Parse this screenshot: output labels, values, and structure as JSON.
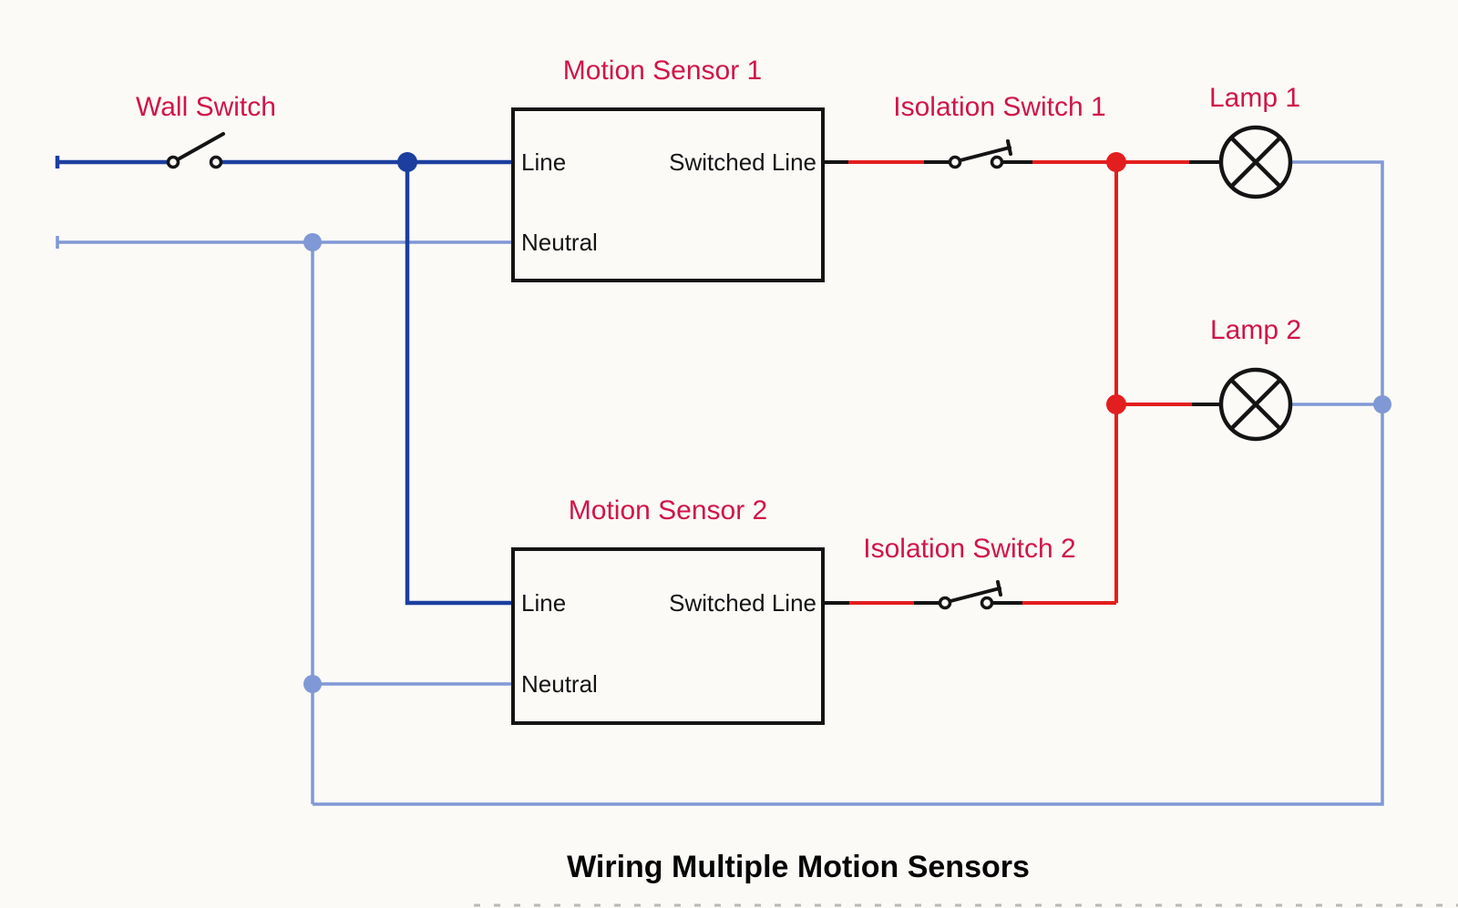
{
  "title": "Wiring Multiple Motion Sensors",
  "wall_switch": {
    "label": "Wall Switch"
  },
  "sensors": [
    {
      "label": "Motion Sensor 1",
      "ports": {
        "line": "Line",
        "switched_line": "Switched Line",
        "neutral": "Neutral"
      }
    },
    {
      "label": "Motion Sensor 2",
      "ports": {
        "line": "Line",
        "switched_line": "Switched Line",
        "neutral": "Neutral"
      }
    }
  ],
  "isolation_switches": [
    {
      "label": "Isolation Switch 1"
    },
    {
      "label": "Isolation Switch 2"
    }
  ],
  "lamps": [
    {
      "label": "Lamp 1"
    },
    {
      "label": "Lamp 2"
    }
  ],
  "colors": {
    "line_wire": "#1c3f9f",
    "neutral_wire": "#8098d5",
    "switched_line_wire": "#e31e1e",
    "label_text": "#d01548",
    "symbol_black": "#141414",
    "background": "#fbfaf7"
  }
}
